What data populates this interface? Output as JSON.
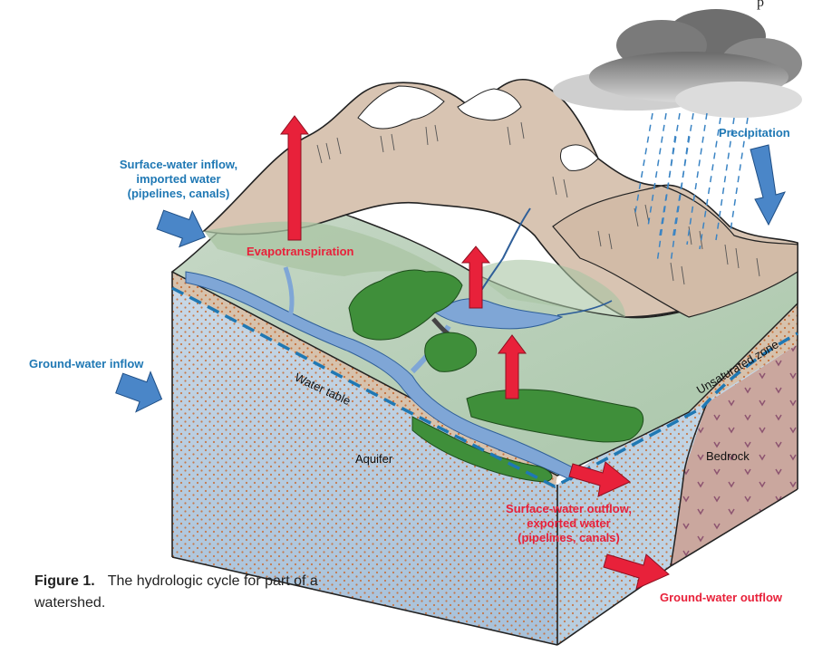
{
  "page_number_fragment": "p",
  "caption": {
    "figure_number": "Figure 1.",
    "text": "The hydrologic cycle for part of a watershed."
  },
  "labels": {
    "surface_inflow": [
      "Surface-water inflow,",
      "imported water",
      "(pipelines, canals)"
    ],
    "evapotranspiration": "Evapotranspiration",
    "precipitation": "Precipitation",
    "groundwater_inflow": "Ground-water inflow",
    "water_table": "Water table",
    "unsaturated_zone": "Unsaturated zone",
    "aquifer": "Aquifer",
    "bedrock": "Bedrock",
    "surface_outflow": [
      "Surface-water outflow,",
      "exported water",
      "(pipelines, canals)"
    ],
    "groundwater_outflow": "Ground-water outflow"
  },
  "colors": {
    "inflow_arrow": "#4a86c8",
    "outflow_arrow": "#e8213a",
    "water": "#7fa6d6",
    "vegetation": "#3f8f3a",
    "mountain": "#d8c4b2",
    "bedrock": "#caa79e",
    "aquifer": "#b9cfe2",
    "sand_dots": "#c8703a"
  }
}
